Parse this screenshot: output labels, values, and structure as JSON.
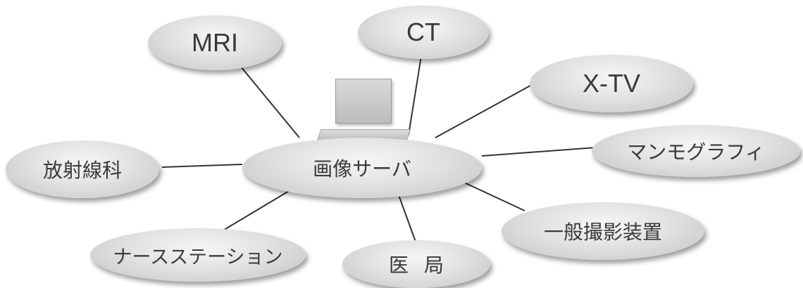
{
  "diagram": {
    "center": {
      "id": "server",
      "label": "画像サーバ"
    },
    "nodes": [
      {
        "id": "mri",
        "label": "MRI"
      },
      {
        "id": "ct",
        "label": "CT"
      },
      {
        "id": "xtv",
        "label": "X-TV"
      },
      {
        "id": "mammo",
        "label": "マンモグラフィ"
      },
      {
        "id": "xray",
        "label": "一般撮影装置"
      },
      {
        "id": "med",
        "label": "医局"
      },
      {
        "id": "nurse",
        "label": "ナースステーション"
      },
      {
        "id": "rad",
        "label": "放射線科"
      }
    ],
    "edges": [
      [
        "server",
        "mri"
      ],
      [
        "server",
        "ct"
      ],
      [
        "server",
        "xtv"
      ],
      [
        "server",
        "mammo"
      ],
      [
        "server",
        "xray"
      ],
      [
        "server",
        "med"
      ],
      [
        "server",
        "nurse"
      ],
      [
        "server",
        "rad"
      ]
    ],
    "colors": {
      "node_fill": "#e2e2e2",
      "node_text": "#3a3a3a",
      "line": "#333333"
    }
  }
}
